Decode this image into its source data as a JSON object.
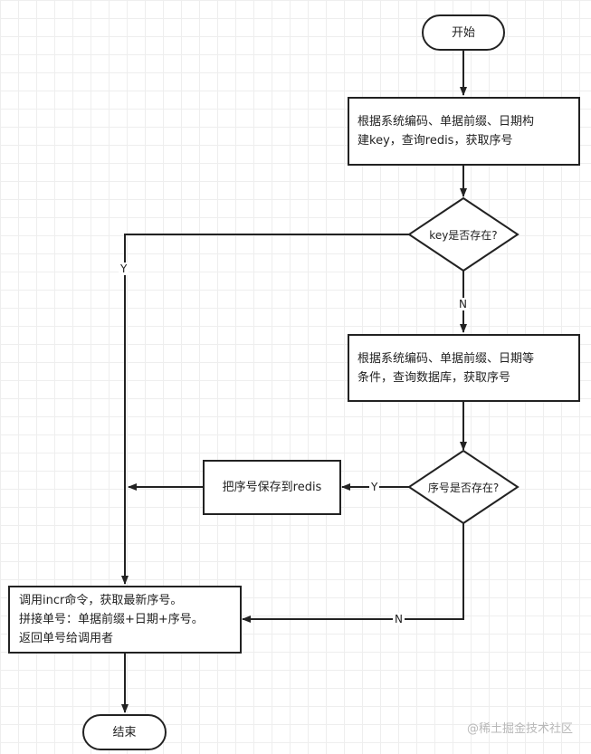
{
  "nodes": {
    "start": {
      "label": "开始"
    },
    "build_key": {
      "lines": [
        "根据系统编码、单据前缀、日期构",
        "建key，查询redis，获取序号"
      ]
    },
    "key_exists": {
      "label": "key是否存在?"
    },
    "query_db": {
      "lines": [
        "根据系统编码、单据前缀、日期等",
        "条件，查询数据库，获取序号"
      ]
    },
    "seq_exists": {
      "label": "序号是否存在?"
    },
    "save_redis": {
      "label": "把序号保存到redis"
    },
    "incr": {
      "lines": [
        "调用incr命令，获取最新序号。",
        "拼接单号：单据前缀+日期+序号。",
        "返回单号给调用者"
      ]
    },
    "end": {
      "label": "结束"
    }
  },
  "edge_labels": {
    "key_yes": "Y",
    "key_no": "N",
    "seq_yes": "Y",
    "seq_no": "N"
  },
  "watermark": "@稀土掘金技术社区",
  "colors": {
    "stroke": "#222222",
    "grid": "#eeeeee",
    "watermark": "#b8b8b8"
  }
}
